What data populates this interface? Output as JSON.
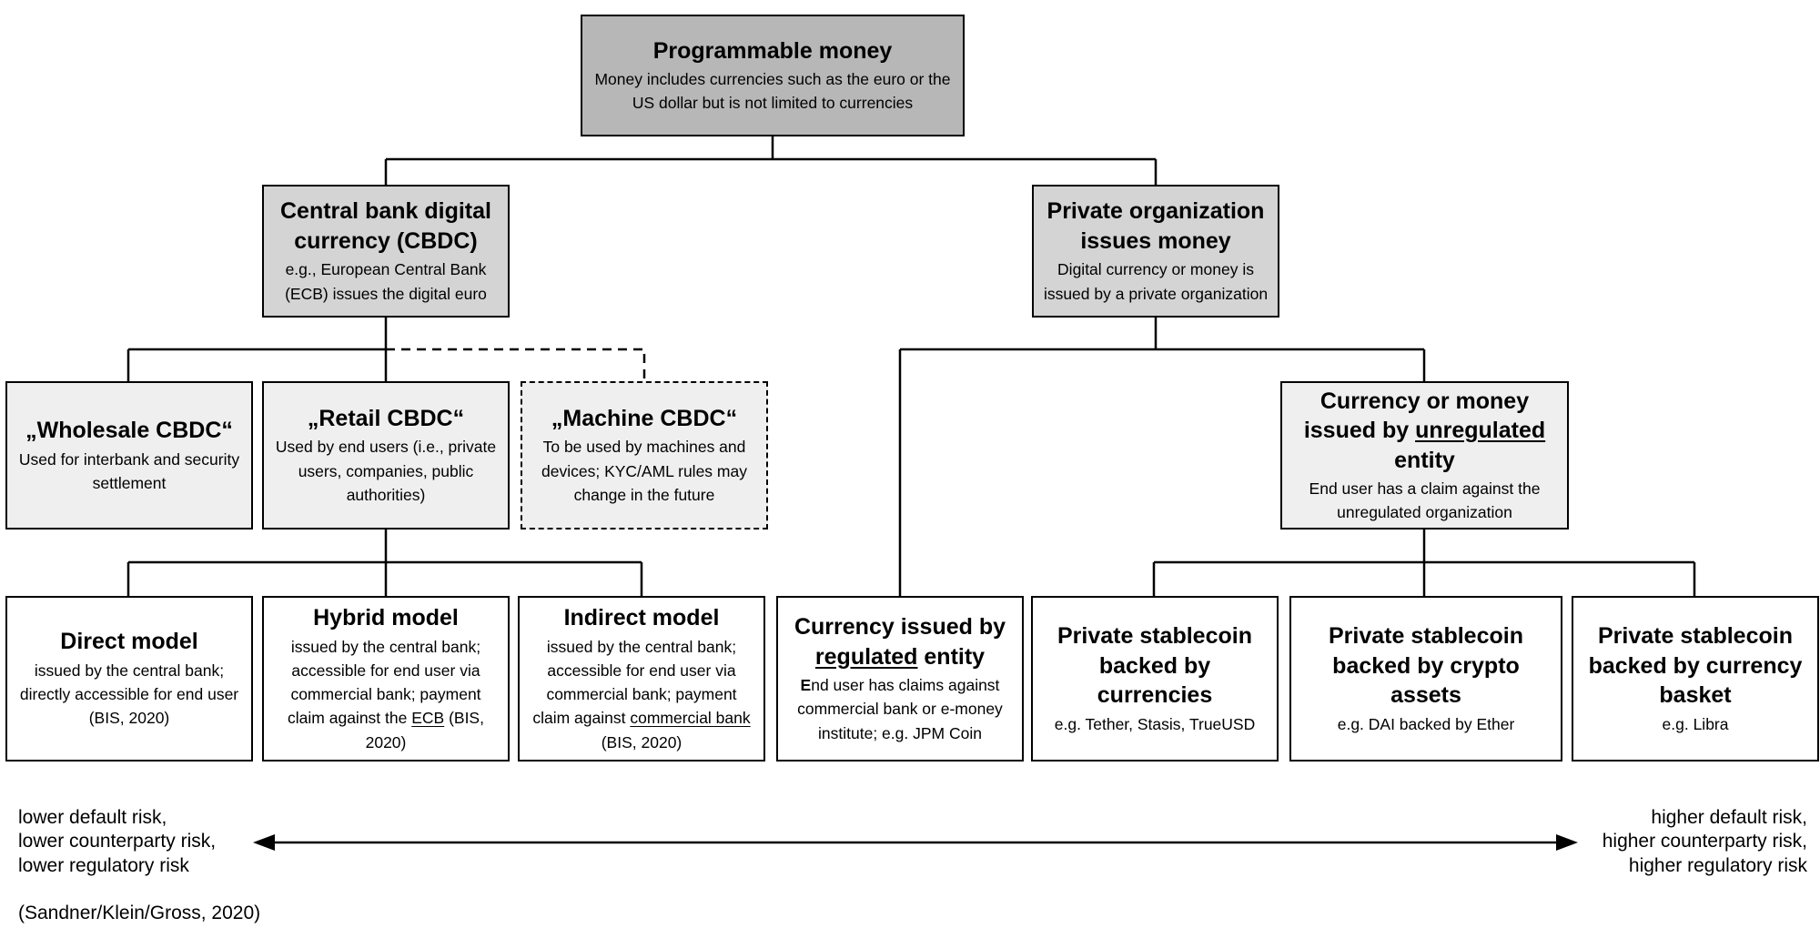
{
  "root": {
    "title": "Programmable money",
    "desc": "Money includes currencies such as the euro or the US dollar but is not limited to currencies"
  },
  "cbdc": {
    "title": "Central bank digital currency (CBDC)",
    "desc": "e.g., European Central Bank (ECB) issues the digital euro"
  },
  "private_org": {
    "title": "Private organization issues money",
    "desc": "Digital currency or money is issued by a private organization"
  },
  "wholesale": {
    "title": "„Wholesale CBDC“",
    "desc": "Used for interbank and security settlement"
  },
  "retail": {
    "title": "„Retail CBDC“",
    "desc": "Used by end users (i.e., private users, companies, public authorities)"
  },
  "machine": {
    "title": "„Machine CBDC“",
    "desc": "To be used by machines and devices; KYC/AML rules may change in the future"
  },
  "unregulated": {
    "title_pre": "Currency or money issued by ",
    "title_u": "unregulated",
    "title_post": " entity",
    "desc": "End user has a claim against the unregulated organization"
  },
  "direct": {
    "title": "Direct model",
    "desc": "issued by the central bank; directly accessible for end user (BIS, 2020)"
  },
  "hybrid": {
    "title": "Hybrid model",
    "desc_pre": "issued by the central bank; accessible for end user via commercial bank; payment claim against the ",
    "desc_u": "ECB",
    "desc_post": " (BIS, 2020)"
  },
  "indirect": {
    "title": "Indirect model",
    "desc_pre": "issued by the central bank; accessible for end user via commercial bank; payment claim against ",
    "desc_u": "commercial bank",
    "desc_post": " (BIS, 2020)"
  },
  "regulated": {
    "title_pre": "Currency issued by ",
    "title_u": "regulated",
    "title_post": " entity",
    "desc_first": "E",
    "desc_rest": "nd user has claims against commercial bank or e-money institute; e.g. JPM Coin"
  },
  "stable_currencies": {
    "title": "Private stablecoin backed by currencies",
    "desc": "e.g. Tether, Stasis, TrueUSD"
  },
  "stable_crypto": {
    "title": "Private stablecoin backed by crypto assets",
    "desc": "e.g. DAI backed by Ether"
  },
  "stable_basket": {
    "title": "Private stablecoin backed by currency basket",
    "desc": "e.g. Libra"
  },
  "risk_low": [
    "lower default risk,",
    "lower counterparty risk,",
    "lower regulatory risk"
  ],
  "risk_high": [
    "higher default risk,",
    "higher counterparty risk,",
    "higher regulatory risk"
  ],
  "source": "(Sandner/Klein/Gross, 2020)",
  "colors": {
    "dark_fill": "#b7b7b7",
    "mid_fill": "#d4d4d4",
    "light_fill": "#efefef",
    "white_fill": "#ffffff",
    "line": "#000000"
  }
}
